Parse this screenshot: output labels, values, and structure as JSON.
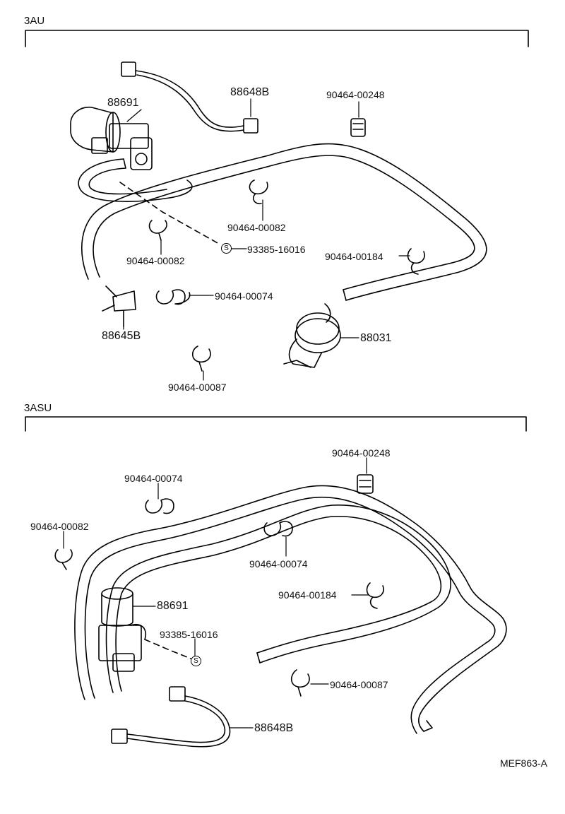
{
  "sections": [
    {
      "title": "3AU",
      "labels": {
        "vsv": "88691",
        "wire_harness": "88648B",
        "clip_248": "90464-00248",
        "clip_082_a": "90464-00082",
        "screw": "93385-16016",
        "clip_082_b": "90464-00082",
        "clip_184": "90464-00184",
        "clip_074": "90464-00074",
        "vtv": "88645B",
        "actuator": "88031",
        "clip_087": "90464-00087"
      }
    },
    {
      "title": "3ASU",
      "labels": {
        "clip_248": "90464-00248",
        "clip_074_a": "90464-00074",
        "clip_082": "90464-00082",
        "clip_074_b": "90464-00074",
        "clip_184": "90464-00184",
        "vsv": "88691",
        "screw": "93385-16016",
        "clip_087": "90464-00087",
        "wire_harness": "88648B"
      }
    }
  ],
  "screw_symbol": "S",
  "figure_code": "MEF863-A"
}
